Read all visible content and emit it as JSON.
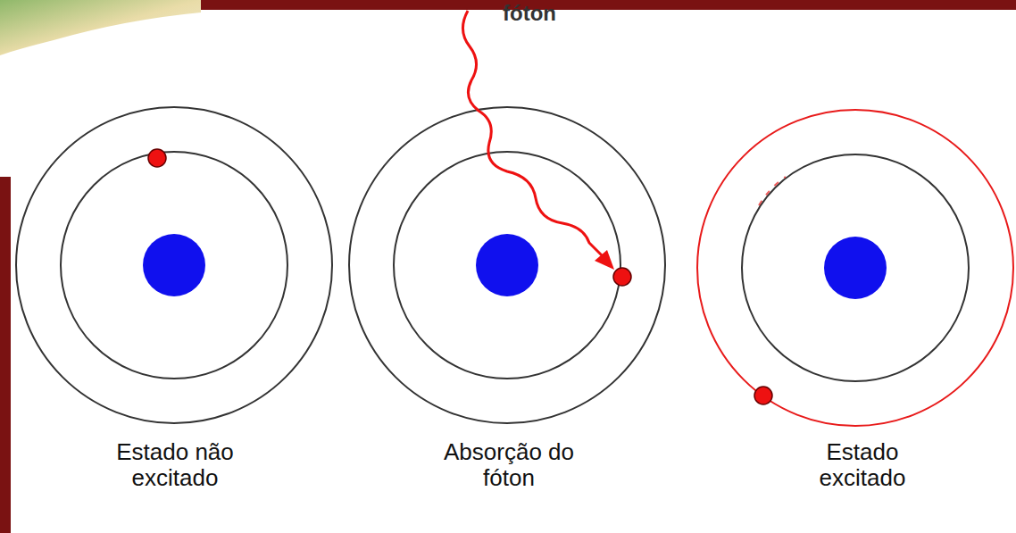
{
  "diagram": {
    "labels": [
      "fóton",
      "Estado não excitado",
      "Absorção do fóton",
      "Estado excitado"
    ]
  }
}
